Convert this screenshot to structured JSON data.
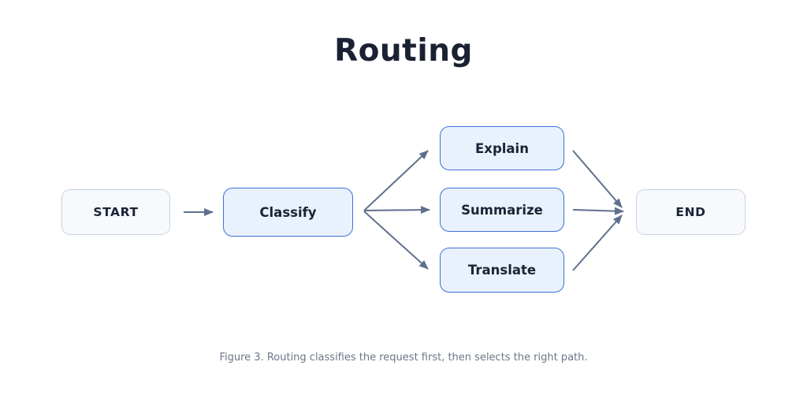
{
  "title": "Routing",
  "caption": "Figure 3. Routing classifies the request first, then selects the right path.",
  "colors": {
    "title_text": "#1a2133",
    "node_text": "#1b2336",
    "terminal_bg": "#f7f9fc",
    "terminal_border": "#c8d3e2",
    "action_bg": "#e9f1fc",
    "action_border": "#3d70da",
    "arrow": "#60708c",
    "caption_text": "#6b7687"
  },
  "diagram": {
    "nodes": {
      "start": {
        "label": "START",
        "kind": "terminal"
      },
      "classify": {
        "label": "Classify",
        "kind": "action"
      },
      "explain": {
        "label": "Explain",
        "kind": "action"
      },
      "summarize": {
        "label": "Summarize",
        "kind": "action"
      },
      "translate": {
        "label": "Translate",
        "kind": "action"
      },
      "end": {
        "label": "END",
        "kind": "terminal"
      }
    },
    "edges": [
      {
        "from": "START",
        "to": "Classify"
      },
      {
        "from": "Classify",
        "to": "Explain"
      },
      {
        "from": "Classify",
        "to": "Summarize"
      },
      {
        "from": "Classify",
        "to": "Translate"
      },
      {
        "from": "Explain",
        "to": "END"
      },
      {
        "from": "Summarize",
        "to": "END"
      },
      {
        "from": "Translate",
        "to": "END"
      }
    ]
  }
}
